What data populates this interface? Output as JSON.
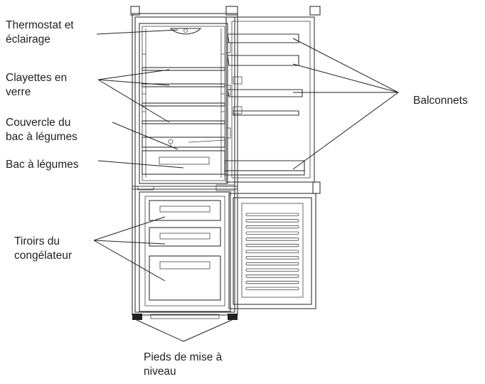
{
  "labels": {
    "thermostat": [
      "Thermostat et",
      "éclairage"
    ],
    "glass_shelves": [
      "Clayettes en",
      "verre"
    ],
    "crisper_cover": [
      "Couvercle du",
      "bac à légumes"
    ],
    "crisper": [
      "Bac à légumes"
    ],
    "freezer_drawers": [
      "Tiroirs du",
      "congélateur"
    ],
    "door_balconies": [
      "Balconnets"
    ],
    "leveling_feet": [
      "Pieds de mise à",
      "niveau"
    ]
  },
  "counts": {
    "fridge_shelves": 4,
    "door_balconies": 5,
    "freezer_drawers": 3,
    "freezer_door_ribs": 13,
    "leveling_feet": 2
  }
}
